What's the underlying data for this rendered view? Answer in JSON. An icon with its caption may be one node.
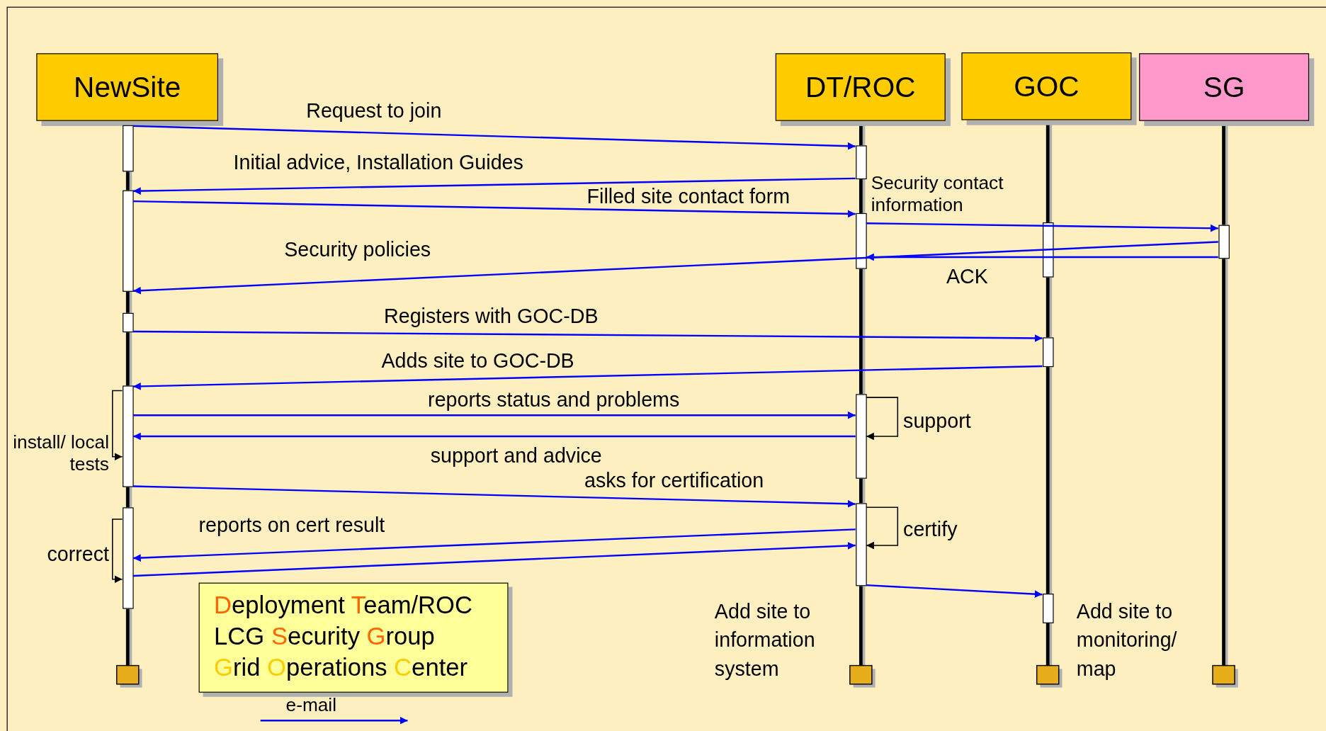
{
  "diagram": {
    "nodes": [
      {
        "text": [
          "NewSite"
        ]
      },
      {
        "text": [
          "DT/ROC"
        ]
      },
      {
        "text": [
          "GOC"
        ]
      },
      {
        "text": [
          "SG"
        ]
      },
      {
        "text": [],
        "shape": "bar"
      },
      {
        "text": [],
        "shape": "bar"
      },
      {
        "text": [],
        "shape": "bar"
      },
      {
        "text": [],
        "shape": "bar"
      },
      {
        "text": [],
        "shape": "bar"
      },
      {
        "text": [],
        "shape": "bar"
      },
      {
        "text": [],
        "shape": "bar"
      },
      {
        "text": [],
        "shape": "bar"
      },
      {
        "text": [],
        "shape": "bar"
      },
      {
        "text": [],
        "shape": "bar"
      },
      {
        "text": [],
        "shape": "bar"
      },
      {
        "text": [],
        "shape": "bar"
      },
      {
        "text": [],
        "shape": "bar"
      }
    ],
    "edges": [
      {
        "from": 4,
        "to": 9,
        "arrow": "to",
        "label": "Request to join"
      },
      {
        "from": 9,
        "to": 5,
        "arrow": "to",
        "label": "Initial advice, Installation Guides"
      },
      {
        "from": 5,
        "to": 10,
        "arrow": "to",
        "label": "Filled site contact form"
      },
      {
        "from": 10,
        "to": 16,
        "arrow": "to",
        "label": "Security contact information"
      },
      {
        "from": 16,
        "to": 10,
        "arrow": "to",
        "label": "ACK"
      },
      {
        "from": 16,
        "to": 5,
        "arrow": "to",
        "label": "Security policies"
      },
      {
        "from": 6,
        "to": 14,
        "arrow": "to",
        "label": "Registers with GOC-DB"
      },
      {
        "from": 14,
        "to": 7,
        "arrow": "to",
        "label": "Adds site to GOC-DB"
      },
      {
        "from": 7,
        "to": 11,
        "arrow": "to",
        "label": "reports status and problems"
      },
      {
        "from": 11,
        "to": 11,
        "arrow": "to",
        "label": "support",
        "color": "#000000"
      },
      {
        "from": 11,
        "to": 7,
        "arrow": "to",
        "label": "support and advice"
      },
      {
        "from": 7,
        "to": 7,
        "arrow": "to",
        "label": "install/ local tests",
        "color": "#000000"
      },
      {
        "from": 7,
        "to": 12,
        "arrow": "to",
        "label": "asks for certification"
      },
      {
        "from": 12,
        "to": 12,
        "arrow": "to",
        "label": "certify",
        "color": "#000000"
      },
      {
        "from": 12,
        "to": 8,
        "arrow": "to",
        "label": "reports on cert result"
      },
      {
        "from": 8,
        "to": 8,
        "arrow": "to",
        "label": "correct",
        "color": "#000000"
      },
      {
        "from": 8,
        "to": 12,
        "arrow": "to"
      },
      {
        "from": 12,
        "to": 15,
        "arrow": "to"
      }
    ],
    "labels": [
      "Deployment Team/ROC",
      "LCG Security Group",
      "Grid Operations Center",
      "Add site to information system",
      "Add site to monitoring/ map"
    ],
    "legend": [
      {
        "text": "e-mail"
      }
    ]
  }
}
